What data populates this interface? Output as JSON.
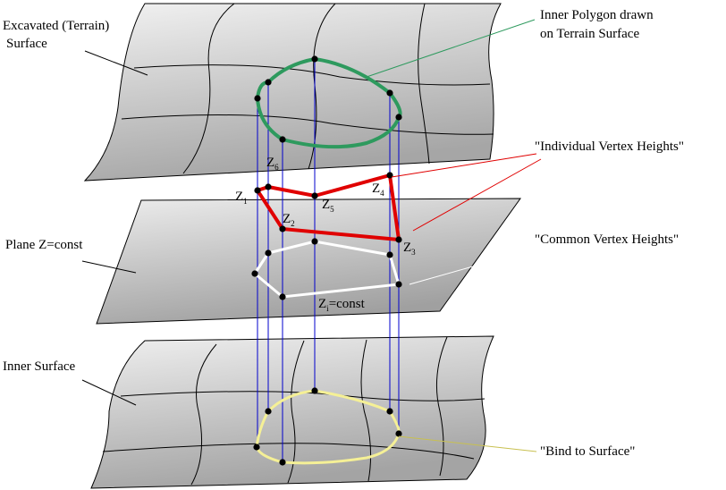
{
  "labels": {
    "excavated_line1": "Excavated (Terrain)",
    "excavated_line2": "Surface",
    "plane": "Plane Z=const",
    "inner_surface": "Inner Surface",
    "inner_polygon_line1": "Inner Polygon drawn",
    "inner_polygon_line2": "on Terrain Surface",
    "individual_heights": "\"Individual Vertex Heights\"",
    "common_heights": "\"Common Vertex Heights\"",
    "bind_to_surface": "\"Bind to Surface\""
  },
  "vertex_labels": {
    "z1": {
      "main": "Z",
      "sub": "1"
    },
    "z2": {
      "main": "Z",
      "sub": "2"
    },
    "z3": {
      "main": "Z",
      "sub": "3"
    },
    "z4": {
      "main": "Z",
      "sub": "4"
    },
    "z5": {
      "main": "Z",
      "sub": "5"
    },
    "z6": {
      "main": "Z",
      "sub": "6"
    },
    "zi_const": {
      "main": "Z",
      "sub": "i",
      "suffix": "=const"
    }
  },
  "colors": {
    "terrain_polygon": "#2e9a5e",
    "individual_heights": "#e00000",
    "common_heights": "#ffffff",
    "bind_polygon": "#f5f096",
    "projection_lines": "#0000cc",
    "surface_fill_light": "#f0f0f0",
    "surface_fill_dark": "#a8a8a8",
    "grid_lines": "#000000"
  }
}
